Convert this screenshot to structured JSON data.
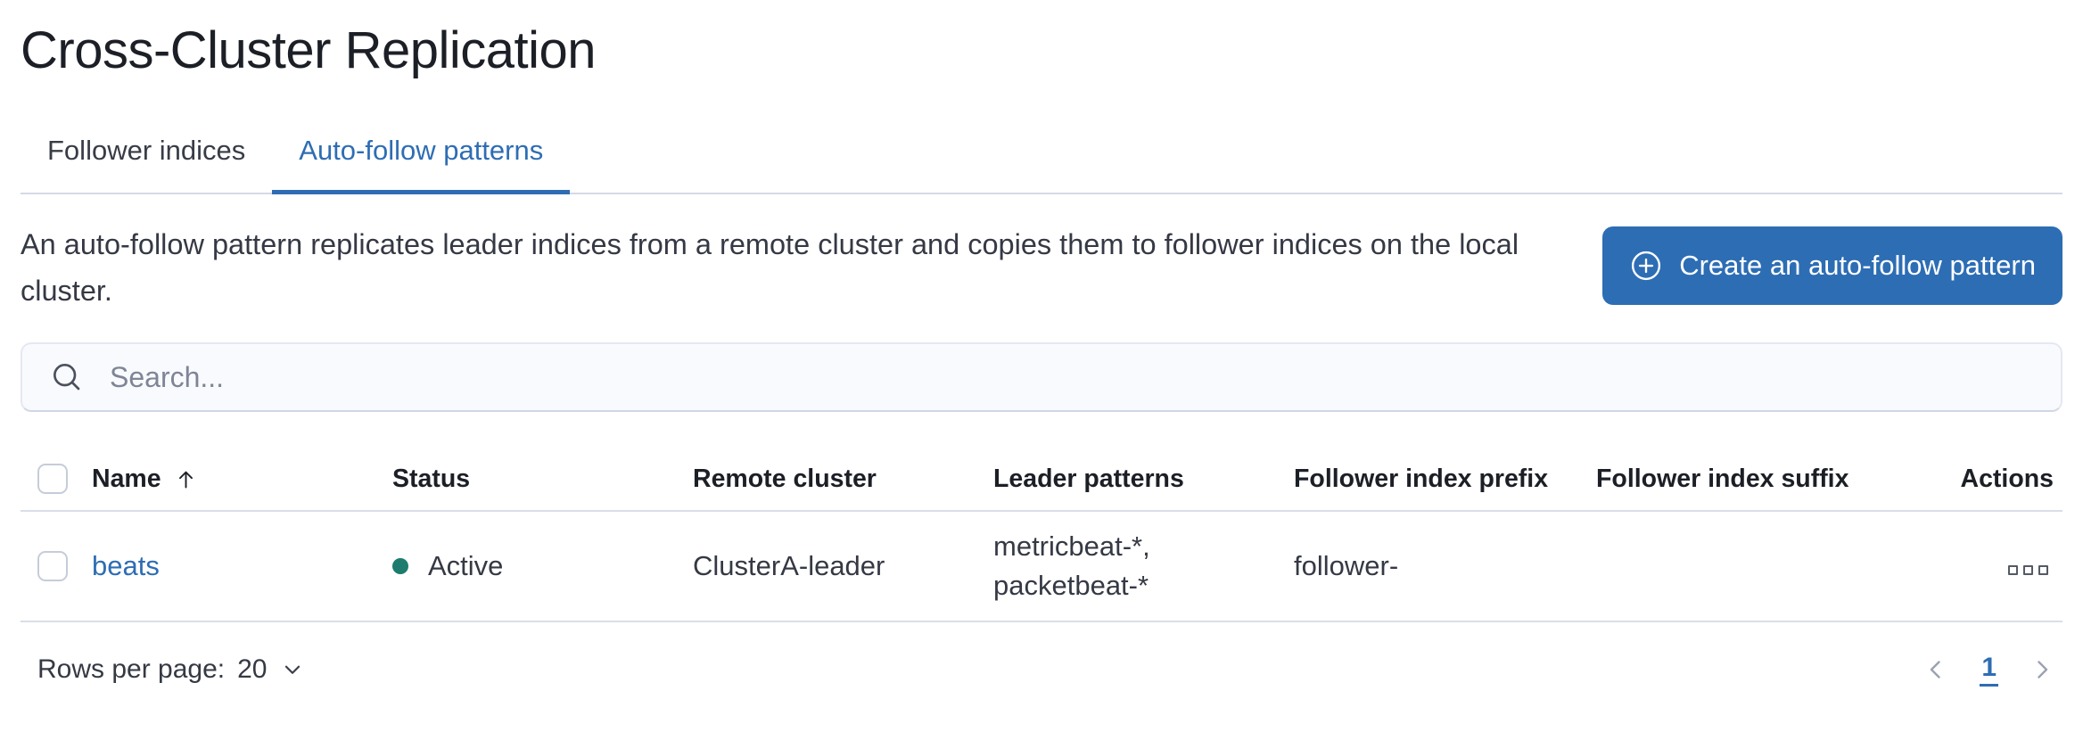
{
  "page": {
    "title": "Cross-Cluster Replication"
  },
  "tabs": [
    {
      "label": "Follower indices",
      "active": false
    },
    {
      "label": "Auto-follow patterns",
      "active": true
    }
  ],
  "intro": {
    "description": "An auto-follow pattern replicates leader indices from a remote cluster and copies them to follower indices on the local cluster.",
    "create_button_label": "Create an auto-follow pattern",
    "create_button_icon": "plus-in-circle-icon"
  },
  "search": {
    "placeholder": "Search...",
    "icon": "search-icon",
    "value": ""
  },
  "table": {
    "columns": [
      "Name",
      "Status",
      "Remote cluster",
      "Leader patterns",
      "Follower index prefix",
      "Follower index suffix",
      "Actions"
    ],
    "sort": {
      "column": "Name",
      "direction": "ascending"
    },
    "rows": [
      {
        "name": "beats",
        "status": "Active",
        "remote_cluster": "ClusterA-leader",
        "leader_patterns_lines": [
          "metricbeat-*,",
          "packetbeat-*"
        ],
        "follower_index_prefix": "follower-",
        "follower_index_suffix": "",
        "selected": false
      }
    ]
  },
  "footer": {
    "rows_per_page_label": "Rows per page:",
    "rows_per_page_value": "20",
    "pagination": {
      "current_page": "1"
    }
  },
  "colors": {
    "primary_blue": "#2d6db4",
    "link_blue": "#2e6db4",
    "status_active_dot": "#1d7c6e",
    "border_light": "#d9dee9",
    "tab_border": "#d5dae6",
    "text_dark": "#1c1f26",
    "text_body": "#353944",
    "search_background": "#f9fafd",
    "placeholder_gray": "#7e8596",
    "pagination_chevron_gray": "#9aa2b1"
  }
}
